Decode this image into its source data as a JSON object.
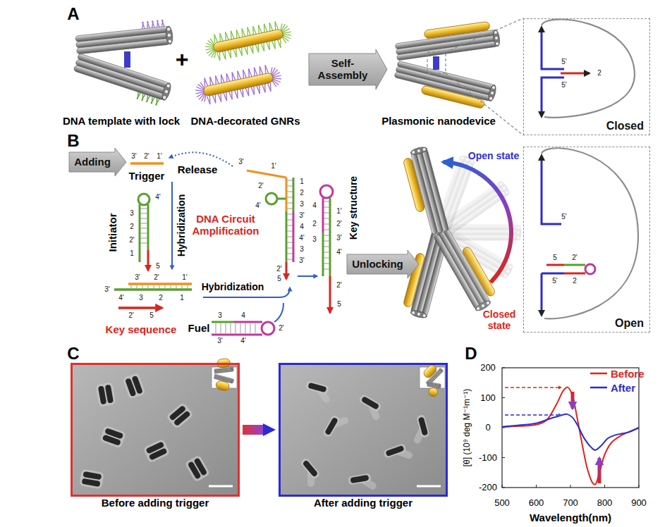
{
  "diagram": {
    "nodes": [
      {
        "text": [
          "Self-Assembly"
        ]
      },
      {
        "text": [
          "Closed"
        ]
      },
      {
        "text": [
          "Adding"
        ]
      },
      {
        "text": [
          "Unlocking"
        ]
      },
      {
        "text": [
          "Open"
        ]
      },
      {
        "text": [
          "Before adding trigger"
        ]
      },
      {
        "text": [
          "After adding trigger"
        ]
      }
    ],
    "edges": [
      {
        "from": 5,
        "to": 6,
        "arrow": "to"
      }
    ],
    "labels": [
      "A",
      "+",
      "DNA template with lock",
      "DNA-decorated GNRs",
      "Plasmonic nanodevice",
      "5'",
      "5'",
      "2",
      "B",
      "3'",
      "2'",
      "1'",
      "Trigger",
      "Release",
      "Initiator",
      "4'",
      "3",
      "2",
      "2'",
      "1",
      "5",
      "Hybridization",
      "DNA Circuit Amplification",
      "3'",
      "2'",
      "1'",
      "3'",
      "4'",
      "3",
      "2",
      "1",
      "2'",
      "5",
      "Key sequence",
      "Hybridization",
      "Fuel",
      "3",
      "4",
      "4'",
      "3'",
      "2'",
      "3'",
      "1'",
      "2'",
      "4'",
      "1",
      "2",
      "3",
      "3'",
      "4",
      "4'",
      "3",
      "3'",
      "2'",
      "5",
      "4",
      "1'",
      "2'",
      "2",
      "3",
      "3'",
      "4'",
      "2'",
      "5",
      "Key structure",
      "Open state",
      "Closed state",
      "5'",
      "5",
      "2'",
      "5'",
      "2",
      "C",
      "D",
      "[θ] (10⁹ deg M⁻¹m⁻¹)",
      "200",
      "100",
      "0",
      "-100",
      "-200",
      "500",
      "600",
      "700",
      "800",
      "900",
      "Wavelength(nm)"
    ],
    "legend": [
      {
        "text": "Before"
      },
      {
        "text": "After"
      }
    ]
  }
}
